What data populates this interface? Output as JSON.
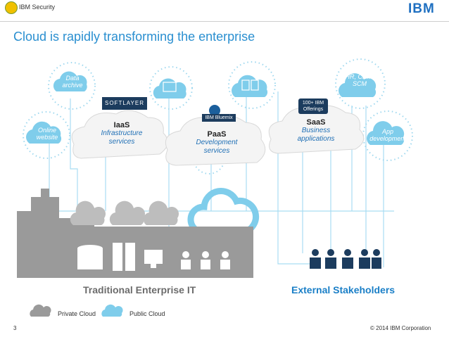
{
  "header": {
    "brand": "IBM Security",
    "logo": "IBM"
  },
  "title": "Cloud is rapidly transforming the enterprise",
  "clouds": {
    "iaas": {
      "name": "IaaS",
      "desc": "Infrastructure services",
      "partner": "SOFTLAYER"
    },
    "paas": {
      "name": "PaaS",
      "desc": "Development services",
      "partner": "IBM Bluemix"
    },
    "saas": {
      "name": "SaaS",
      "desc": "Business applications",
      "badge": "100+ IBM Offerings"
    }
  },
  "satellites": {
    "data_archive": "Data archive",
    "online_website": "Online website",
    "hr_crm": "HR, CRM, SCM",
    "app_dev": "App development"
  },
  "labels": {
    "traditional": "Traditional Enterprise IT",
    "external": "External Stakeholders"
  },
  "legend": {
    "private": "Private Cloud",
    "public": "Public Cloud"
  },
  "footer": {
    "page": "3",
    "copyright": "© 2014 IBM Corporation"
  },
  "colors": {
    "title": "#2a8fd0",
    "public_cloud": "#7fcdeb",
    "private_cloud": "#9a9a9a",
    "dots": "#9fd8ef"
  }
}
